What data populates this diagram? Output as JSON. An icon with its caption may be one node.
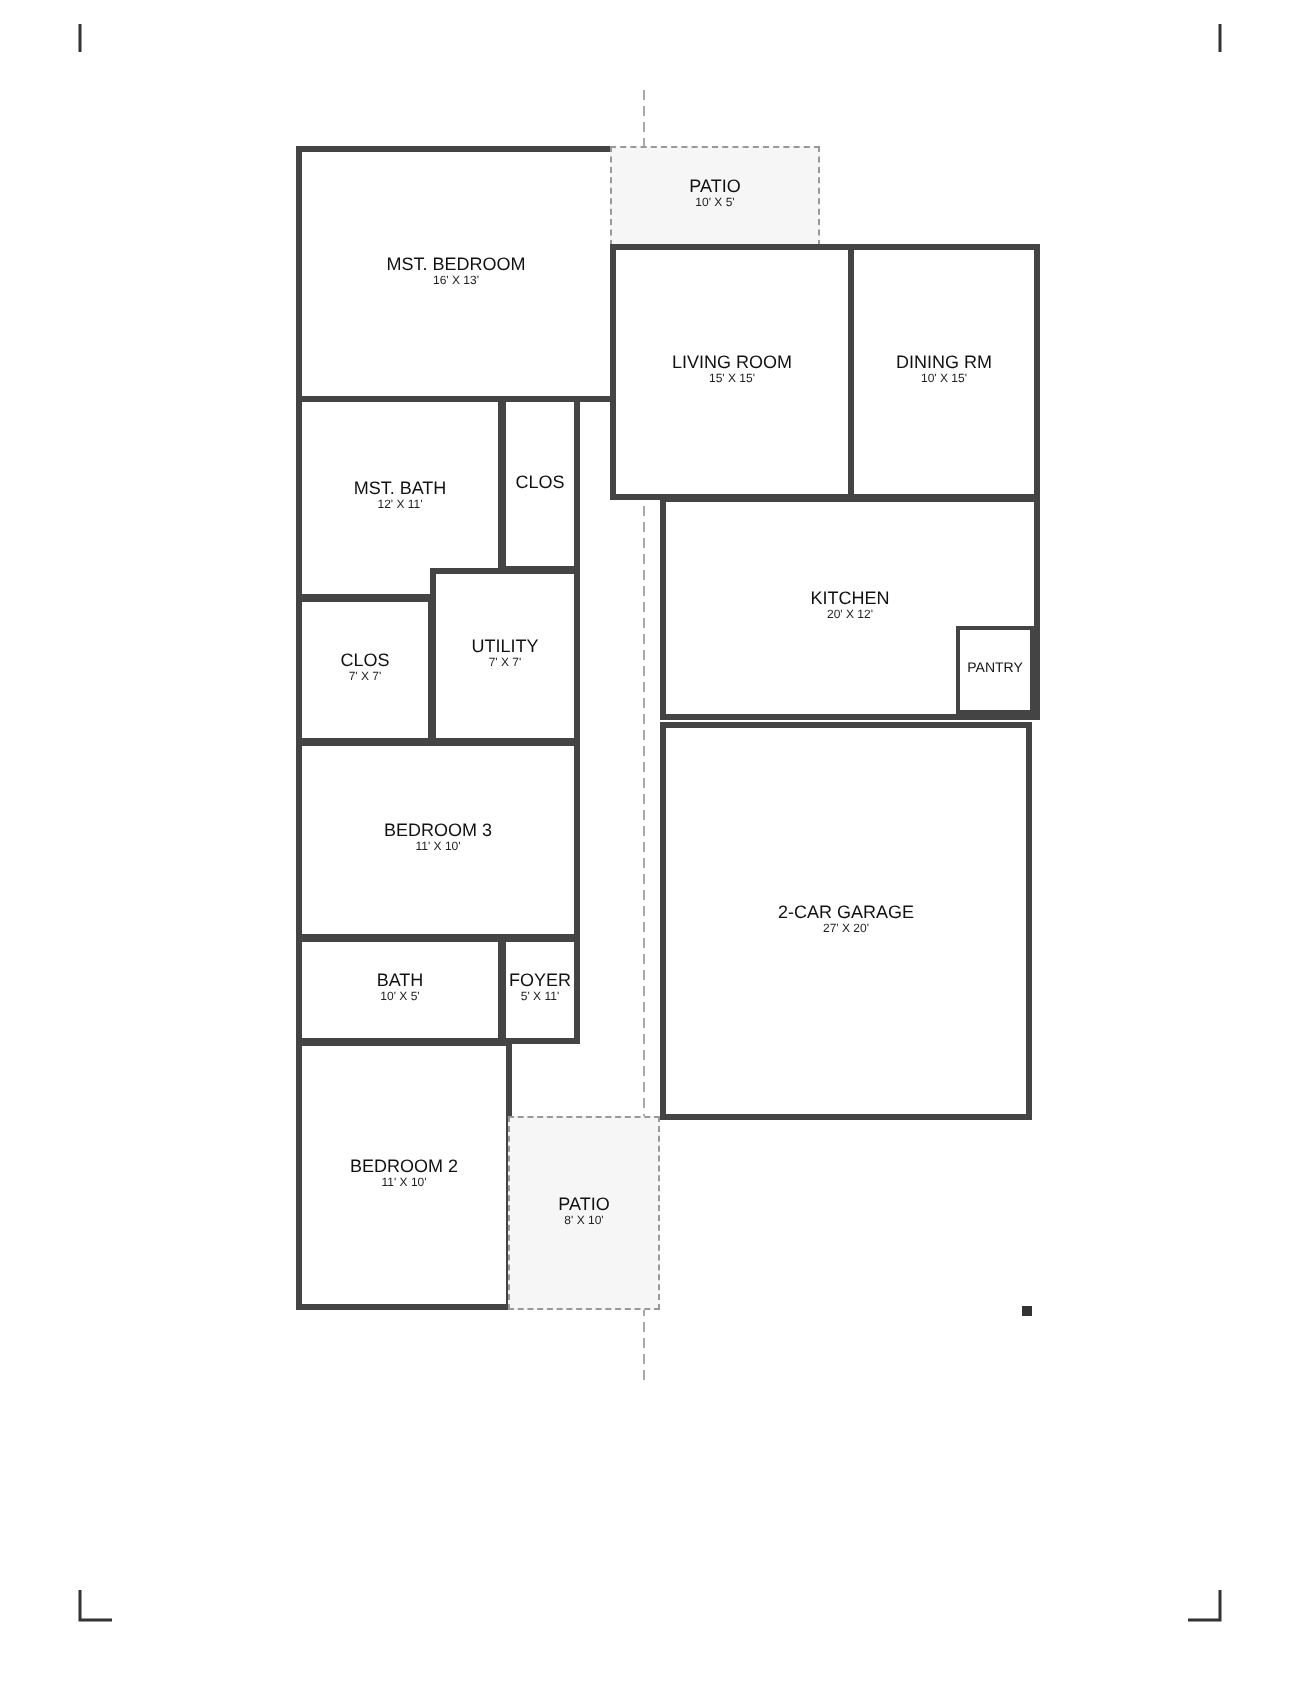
{
  "diagram": {
    "nodes": [
      {
        "text": [
          "MST. BEDROOM",
          "16' X 13'"
        ]
      },
      {
        "text": [
          "PATIO",
          "10' X 5'"
        ]
      },
      {
        "text": [
          "LIVING ROOM",
          "15' X 15'"
        ]
      },
      {
        "text": [
          "DINING RM",
          "10' X 15'"
        ]
      },
      {
        "text": [
          "MST. BATH",
          "12' X 11'"
        ]
      },
      {
        "text": [
          "CLOS"
        ]
      },
      {
        "text": [
          "KITCHEN",
          "20' X 12'"
        ]
      },
      {
        "text": [
          "PANTRY"
        ],
        "in": 6
      },
      {
        "text": [
          "CLOS",
          "7' X 7'"
        ]
      },
      {
        "text": [
          "UTILITY",
          "7' X 7'"
        ]
      },
      {
        "text": [
          "BEDROOM 3",
          "11' X 10'"
        ]
      },
      {
        "text": [
          "2-CAR GARAGE",
          "27' X 20'"
        ]
      },
      {
        "text": [
          "BATH",
          "10' X 5'"
        ]
      },
      {
        "text": [
          "FOYER",
          "5' X 11'"
        ]
      },
      {
        "text": [
          "BEDROOM 2",
          "11' X 10'"
        ]
      },
      {
        "text": [
          "PATIO",
          "8' X 10'"
        ]
      }
    ]
  }
}
